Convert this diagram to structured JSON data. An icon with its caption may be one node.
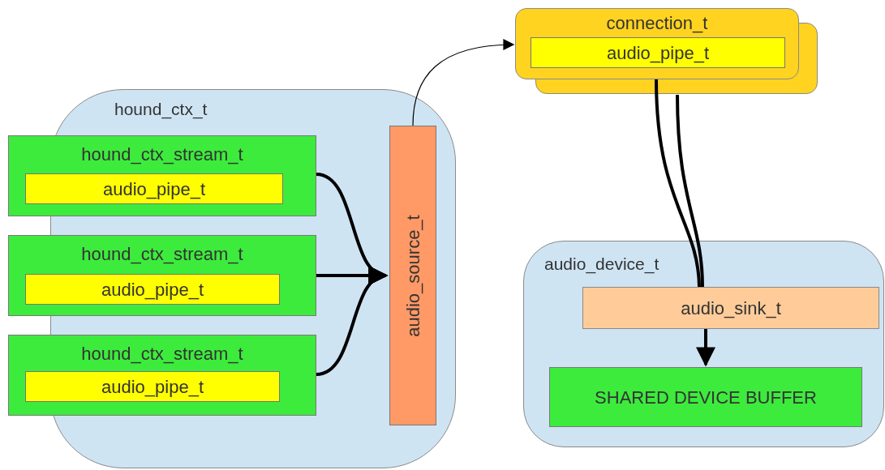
{
  "diagram": {
    "nodes": [
      {
        "text": [
          "hound_ctx_t"
        ]
      },
      {
        "text": [
          "hound_ctx_stream_t"
        ]
      },
      {
        "text": [
          "audio_pipe_t"
        ],
        "in": 1
      },
      {
        "text": [
          "hound_ctx_stream_t"
        ]
      },
      {
        "text": [
          "audio_pipe_t"
        ],
        "in": 3
      },
      {
        "text": [
          "hound_ctx_stream_t"
        ]
      },
      {
        "text": [
          "audio_pipe_t"
        ],
        "in": 5
      },
      {
        "text": [
          "audio_source_t"
        ],
        "in": 0
      },
      {
        "text": [
          "connection_t"
        ]
      },
      {
        "text": [
          "audio_pipe_t"
        ],
        "in": 8
      },
      {
        "text": [
          "audio_device_t"
        ]
      },
      {
        "text": [
          "audio_sink_t"
        ],
        "in": 10
      },
      {
        "text": [
          "SHARED DEVICE BUFFER"
        ],
        "in": 10
      }
    ],
    "edges": [
      {
        "from": 1,
        "to": 7,
        "arrow": "to"
      },
      {
        "from": 3,
        "to": 7,
        "arrow": "to"
      },
      {
        "from": 5,
        "to": 7,
        "arrow": "to"
      },
      {
        "from": 7,
        "to": 8,
        "arrow": "to"
      },
      {
        "from": 8,
        "to": 11,
        "arrow": "none"
      },
      {
        "from": 8,
        "to": 11,
        "arrow": "none"
      },
      {
        "from": 11,
        "to": 12,
        "arrow": "to"
      }
    ]
  }
}
